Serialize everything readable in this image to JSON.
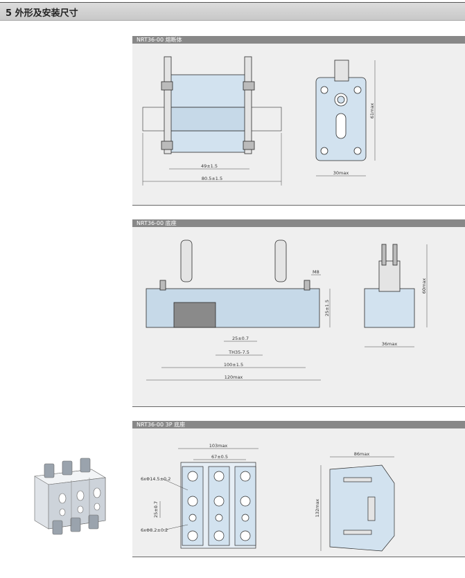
{
  "section": {
    "heading": "5 外形及安装尺寸"
  },
  "panels": [
    {
      "title": "NRT36-00 熔断体",
      "dims": {
        "w49": "49±1.5",
        "w80": "80.5±1.5",
        "h61": "61max",
        "w30": "30max"
      }
    },
    {
      "title": "NRT36-00 底座",
      "dims": {
        "m8": "M8",
        "h25": "25±1.5",
        "w25": "25±0.7",
        "th35": "TH35-7.5",
        "w100": "100±1.5",
        "w120": "120max",
        "h60": "60max",
        "w36": "36max"
      }
    },
    {
      "title": "NRT36-00 3P 底座",
      "dims": {
        "w103": "103max",
        "w67": "67±0.5",
        "hole145": "6xΦ14.5±0.2",
        "h25": "25±0.7",
        "hole82": "6xΦ8.2±0.2",
        "w86": "86max",
        "h132": "132max"
      }
    }
  ],
  "colors": {
    "fill": "#d2e2ef",
    "stroke": "#2a2a2a",
    "panel": "#efefef",
    "title_bar": "#888888"
  }
}
